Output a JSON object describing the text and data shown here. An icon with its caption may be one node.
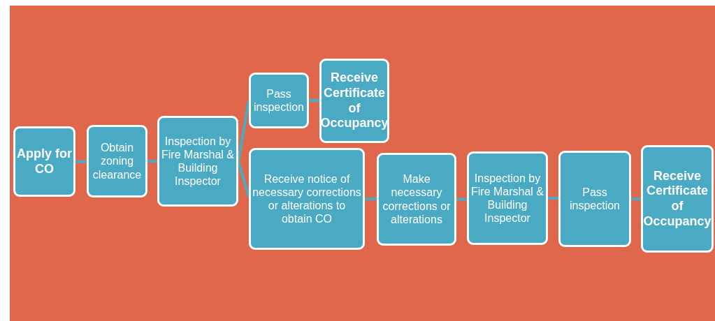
{
  "diagram": {
    "nodes": [
      {
        "text": [
          "Apply for CO"
        ]
      },
      {
        "text": [
          "Obtain zoning clearance"
        ]
      },
      {
        "text": [
          "Inspection by Fire Marshal & Building Inspector"
        ]
      },
      {
        "text": [
          "Pass inspection"
        ]
      },
      {
        "text": [
          "Receive Certificate of Occupancy"
        ]
      },
      {
        "text": [
          "Receive notice of necessary corrections or alterations to obtain CO"
        ]
      },
      {
        "text": [
          "Make necessary corrections or alterations"
        ]
      },
      {
        "text": [
          "Inspection by Fire Marshal & Building Inspector"
        ]
      },
      {
        "text": [
          "Pass inspection"
        ]
      },
      {
        "text": [
          "Receive Certificate of Occupancy"
        ]
      }
    ],
    "edges": [
      {
        "from": 0,
        "to": 1,
        "arrow": "none"
      },
      {
        "from": 1,
        "to": 2,
        "arrow": "none"
      },
      {
        "from": 2,
        "to": 3,
        "arrow": "none"
      },
      {
        "from": 2,
        "to": 5,
        "arrow": "none"
      },
      {
        "from": 3,
        "to": 4,
        "arrow": "none"
      },
      {
        "from": 5,
        "to": 6,
        "arrow": "none"
      },
      {
        "from": 6,
        "to": 7,
        "arrow": "none"
      },
      {
        "from": 7,
        "to": 8,
        "arrow": "none"
      },
      {
        "from": 8,
        "to": 9,
        "arrow": "none"
      }
    ]
  }
}
